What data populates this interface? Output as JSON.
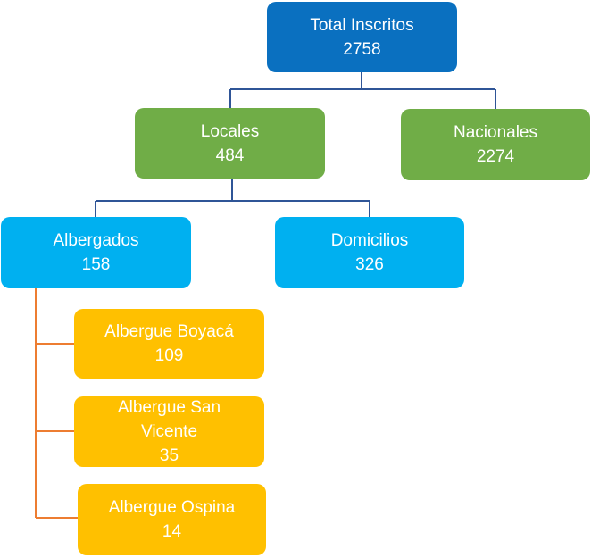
{
  "colors": {
    "root": "#0A70C0",
    "level1": "#70AD47",
    "level2": "#00B0F0",
    "level3": "#FFC000",
    "connector_blue": "#2F5597",
    "connector_orange": "#ED7D31"
  },
  "nodes": {
    "total": {
      "label": "Total Inscritos",
      "value": "2758"
    },
    "locales": {
      "label": "Locales",
      "value": "484"
    },
    "nacionales": {
      "label": "Nacionales",
      "value": "2274"
    },
    "albergados": {
      "label": "Albergados",
      "value": "158"
    },
    "domicilios": {
      "label": "Domicilios",
      "value": "326"
    },
    "boyaca": {
      "label": "Albergue Boyacá",
      "value": "109"
    },
    "san_vicente": {
      "label_line1": "Albergue San",
      "label_line2": "Vicente",
      "value": "35"
    },
    "ospina": {
      "label": "Albergue Ospina",
      "value": "14"
    }
  }
}
